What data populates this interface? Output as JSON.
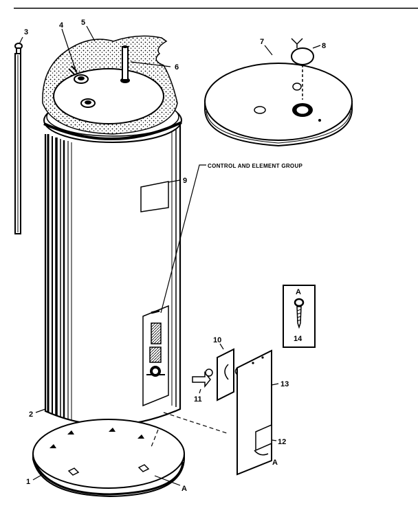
{
  "labels": {
    "p1": "1",
    "p2": "2",
    "p3": "3",
    "p4": "4",
    "p5": "5",
    "p6": "6",
    "p7": "7",
    "p8": "8",
    "p9": "9",
    "p10": "10",
    "p11": "11",
    "p12": "12",
    "p13": "13",
    "p14": "14",
    "a_base": "A",
    "a_panel": "A",
    "a_screw": "A",
    "group_caption": "CONTROL AND ELEMENT GROUP"
  }
}
